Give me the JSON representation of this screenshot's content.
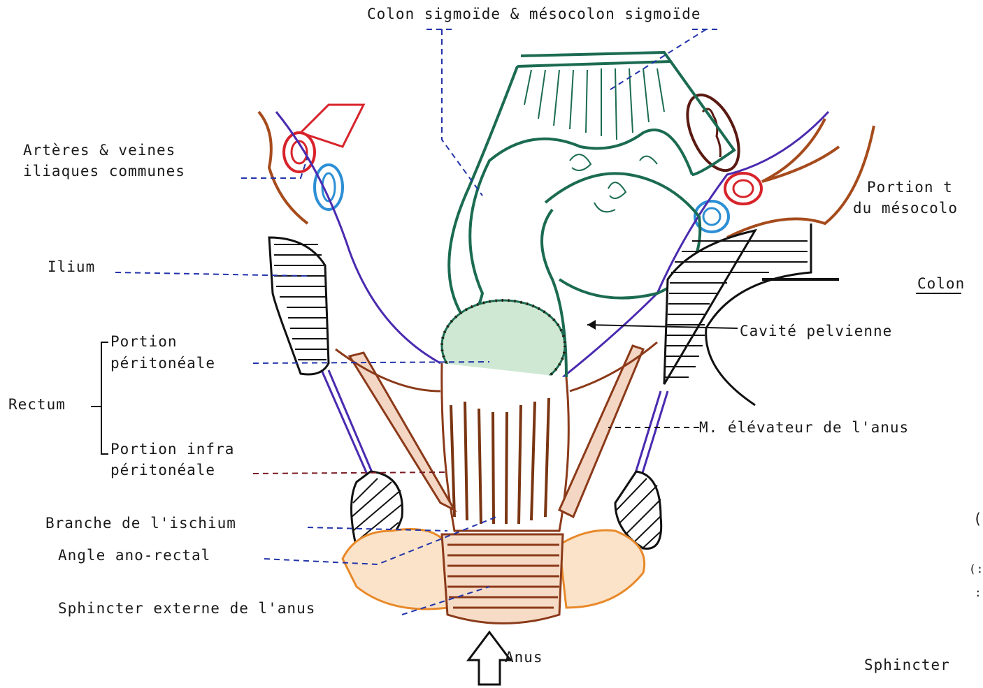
{
  "labels": {
    "colon_sigmoide": "Colon sigmoïde & mésocolon sigmoïde",
    "arteres_line1": "Artères & veines",
    "arteres_line2": "iliaques communes",
    "portion_t": "Portion t",
    "du_mesocolo": "du mésocolo",
    "ilium": "Ilium",
    "colon_right": "Colon",
    "cavite": "Cavité pelvienne",
    "portion_top": "Portion",
    "peritoneale": "péritonéale",
    "rectum": "Rectum",
    "elevateur": "M. élévateur de l'anus",
    "portion_infra": "Portion infra",
    "peritoneale2": "péritonéale",
    "ischium": "Branche de l'ischium",
    "angle": "Angle ano-rectal",
    "sphincter": "Sphincter externe de l'anus",
    "anus": "Anus",
    "sphincter_right": "Sphincter",
    "edge_c": "(",
    "edge_paren": "(:",
    "edge_colon": ":"
  },
  "colors": {
    "colon": "#1b6b52",
    "artery": "#d8232a",
    "vein": "#2d8fd5",
    "peritoneum": "#4a2bb0",
    "muscle": "#8b3a1a",
    "fat": "#e8892a",
    "bone": "#111111",
    "leader": "#2233aa"
  }
}
